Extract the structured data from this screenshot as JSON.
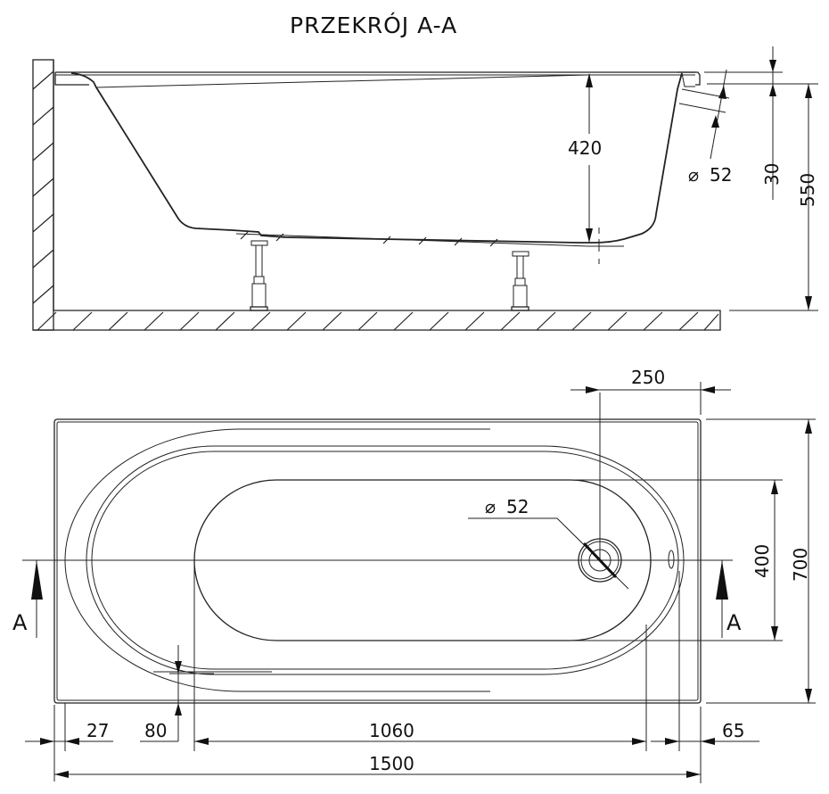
{
  "title": "PRZEKRÓJ A-A",
  "section_view": {
    "dimensions": {
      "depth": "420",
      "overflow_diameter": "52",
      "overflow_offset": "30",
      "total_height": "550"
    },
    "diameter_symbol": "⌀"
  },
  "plan_view": {
    "dimensions": {
      "drain_offset": "250",
      "drain_diameter": "52",
      "inner_width": "400",
      "total_width": "700",
      "rim_left": "27",
      "rim_side": "80",
      "inner_length": "1060",
      "rim_right": "65",
      "total_length": "1500"
    },
    "section_marker_left": "A",
    "section_marker_right": "A",
    "diameter_symbol": "⌀"
  }
}
